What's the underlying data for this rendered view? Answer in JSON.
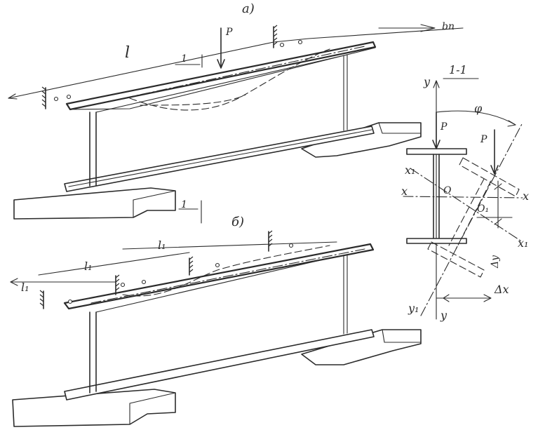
{
  "figure": {
    "background": "#ffffff",
    "ink_color": "#2b2b2b",
    "panel_a": {
      "panel_label": "а)",
      "span_label": "l",
      "load_label": "P",
      "section_mark": "1",
      "flange_width_label": "bп",
      "lower_section_mark": "1"
    },
    "panel_b": {
      "panel_label": "б)",
      "span_label_1": "l₁",
      "span_label_2": "l₁",
      "span_label_3": "l₁"
    },
    "section_1_1": {
      "title": "1-1",
      "y_axis_label": "y",
      "y1_axis_label": "y₁",
      "y_bottom_label": "y",
      "x_axis_label": "x",
      "x_right_label": "x",
      "x1_axis_label": "x₁",
      "x1_right_label": "x₁",
      "load_label_left": "P",
      "load_label_right": "P",
      "angle_label": "φ",
      "origin_label": "O",
      "origin1_label": "O₁",
      "dy_label": "Δy",
      "dx_label": "Δx"
    }
  }
}
